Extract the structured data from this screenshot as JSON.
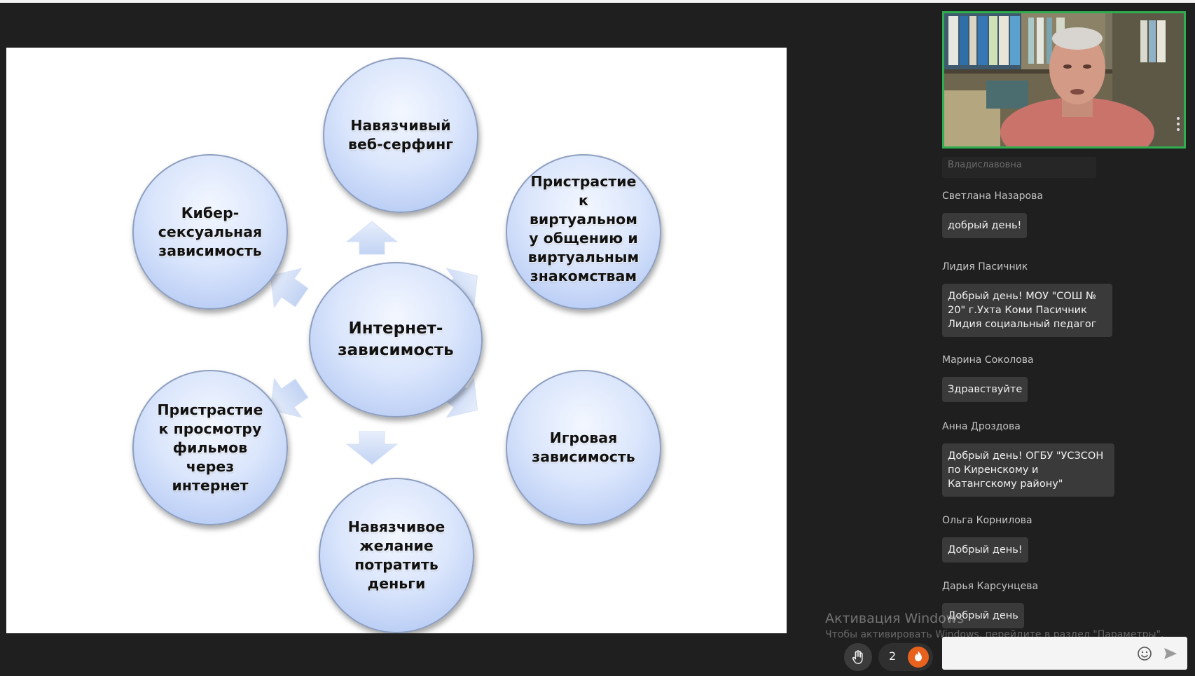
{
  "slide": {
    "center": "Интернет-\nзависимость",
    "top": "Навязчивый\nвеб-серфинг",
    "top_right": "Пристрастие\nк\nвиртуальном\nу общению и\nвиртуальным\nзнакомствам",
    "bottom_right": "Игровая\nзависимость",
    "bottom": "Навязчивое\nжелание\nпотратить\nденьги",
    "bottom_left": "Пристрастие\nк просмотру\nфильмов\nчерез\nинтернет",
    "top_left": "Кибер-\nсексуальная\nзависимость"
  },
  "chat": {
    "partial_name": "Владиславовна",
    "messages": [
      {
        "name": "Светлана Назарова",
        "text": "добрый день!"
      },
      {
        "name": "Лидия Пасичник",
        "text": "Добрый день! МОУ \"СОШ № 20\" г.Ухта Коми Пасичник Лидия социальный педагог"
      },
      {
        "name": "Марина Соколова",
        "text": "Здравствуйте"
      },
      {
        "name": "Анна Дроздова",
        "text": "Добрый день! ОГБУ \"УСЗСОН по Киренскому и Катангскому району\""
      },
      {
        "name": "Ольга Корнилова",
        "text": "Добрый день!"
      },
      {
        "name": "Дарья Карсунцева",
        "text": "Добрый день"
      }
    ],
    "input_placeholder": ""
  },
  "watermark": {
    "title": "Активация Windows",
    "subtitle": "Чтобы активировать Windows, перейдите в раздел \"Параметры\"."
  },
  "toolbar": {
    "reaction_count": "2",
    "hand_icon": "raise-hand-icon",
    "reaction_icon": "fire-icon"
  },
  "colors": {
    "video_border": "#2fae4f",
    "reaction_bg": "#e8621e",
    "bubble_bg": "#3a3a3a",
    "circle_fill": "#dbe6fc"
  }
}
